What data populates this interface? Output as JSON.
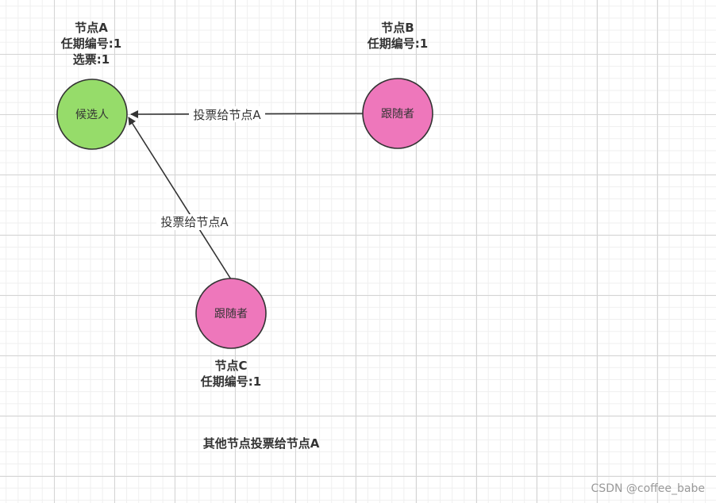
{
  "nodes": {
    "a": {
      "role": "候选人",
      "title": "节点A",
      "term": "任期编号:1",
      "votes": "选票:1",
      "fill": "#96dc6a"
    },
    "b": {
      "role": "跟随者",
      "title": "节点B",
      "term": "任期编号:1",
      "fill": "#ee77bb"
    },
    "c": {
      "role": "跟随者",
      "title": "节点C",
      "term": "任期编号:1",
      "fill": "#ee77bb"
    }
  },
  "edges": {
    "b_to_a": "投票给节点A",
    "c_to_a": "投票给节点A"
  },
  "caption": "其他节点投票给节点A",
  "watermark": "CSDN @coffee_babe"
}
